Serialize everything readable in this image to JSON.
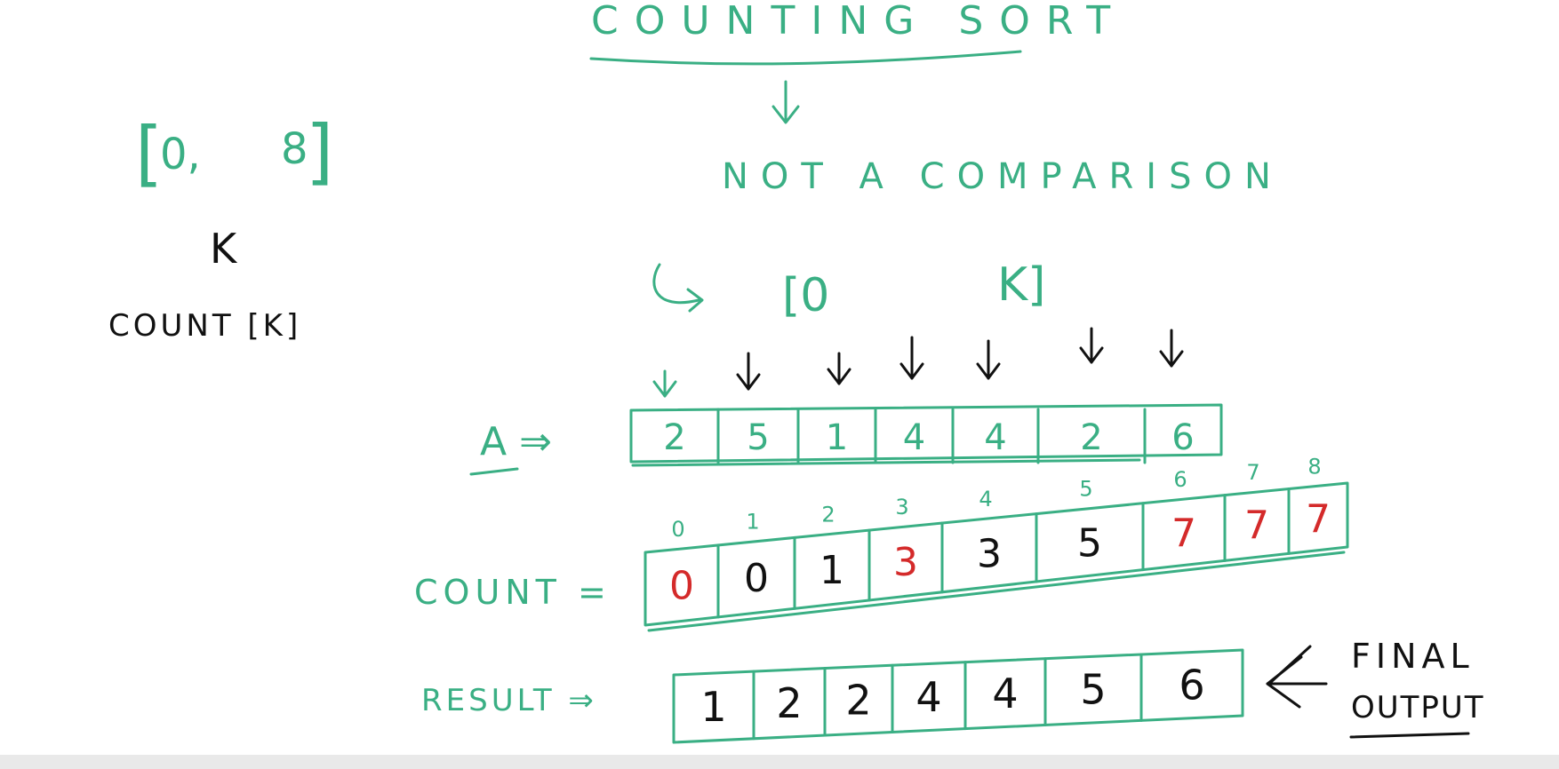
{
  "title": "COUNTING SORT",
  "subtitle": "NOT A COMPARISON",
  "range_left": {
    "open": "[",
    "lo": "0,",
    "hi": "8",
    "close": "]"
  },
  "k_label": "K",
  "count_k_label": "COUNT [K]",
  "range_center": {
    "open": "[0",
    "hi": "K]"
  },
  "arrays": {
    "a": {
      "label": "A ⇒",
      "values": [
        "2",
        "5",
        "1",
        "4",
        "4",
        "2",
        "6"
      ]
    },
    "count": {
      "label": "COUNT =",
      "indices": [
        "0",
        "1",
        "2",
        "3",
        "4",
        "5",
        "6",
        "7",
        "8"
      ],
      "values": [
        "0",
        "0",
        "1",
        "3",
        "3",
        "5",
        "7",
        "7",
        "7"
      ],
      "value_colors": [
        "#d42a2a",
        "#111111",
        "#111111",
        "#d42a2a",
        "#111111",
        "#111111",
        "#d42a2a",
        "#d42a2a",
        "#d42a2a"
      ]
    },
    "result": {
      "label": "RESULT ⇒",
      "values": [
        "1",
        "2",
        "2",
        "4",
        "4",
        "5",
        "6"
      ]
    }
  },
  "final_output_label": {
    "line1": "FINAL",
    "line2": "OUTPUT"
  },
  "colors": {
    "ink_green": "#3aaf84",
    "ink_black": "#111111",
    "ink_red": "#d42a2a"
  }
}
